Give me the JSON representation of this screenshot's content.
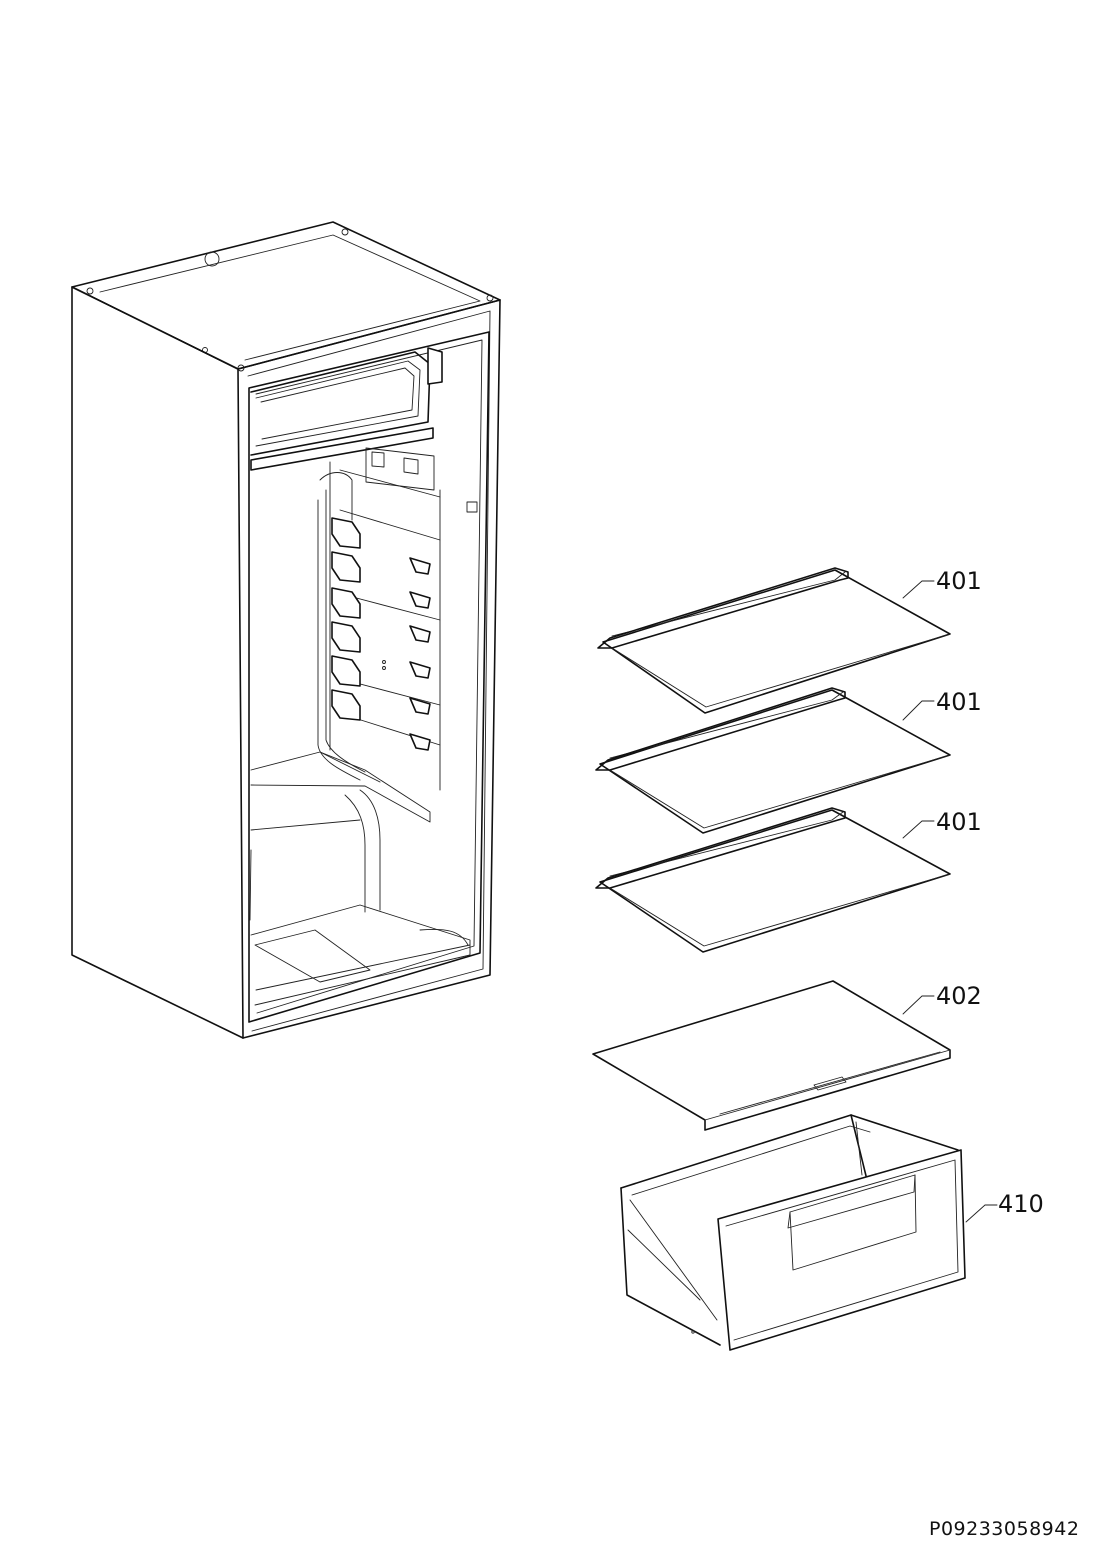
{
  "callouts": {
    "shelf_1": "401",
    "shelf_2": "401",
    "shelf_3": "401",
    "crisper_cover": "402",
    "crisper_drawer": "410"
  },
  "document_code": "P09233058942"
}
